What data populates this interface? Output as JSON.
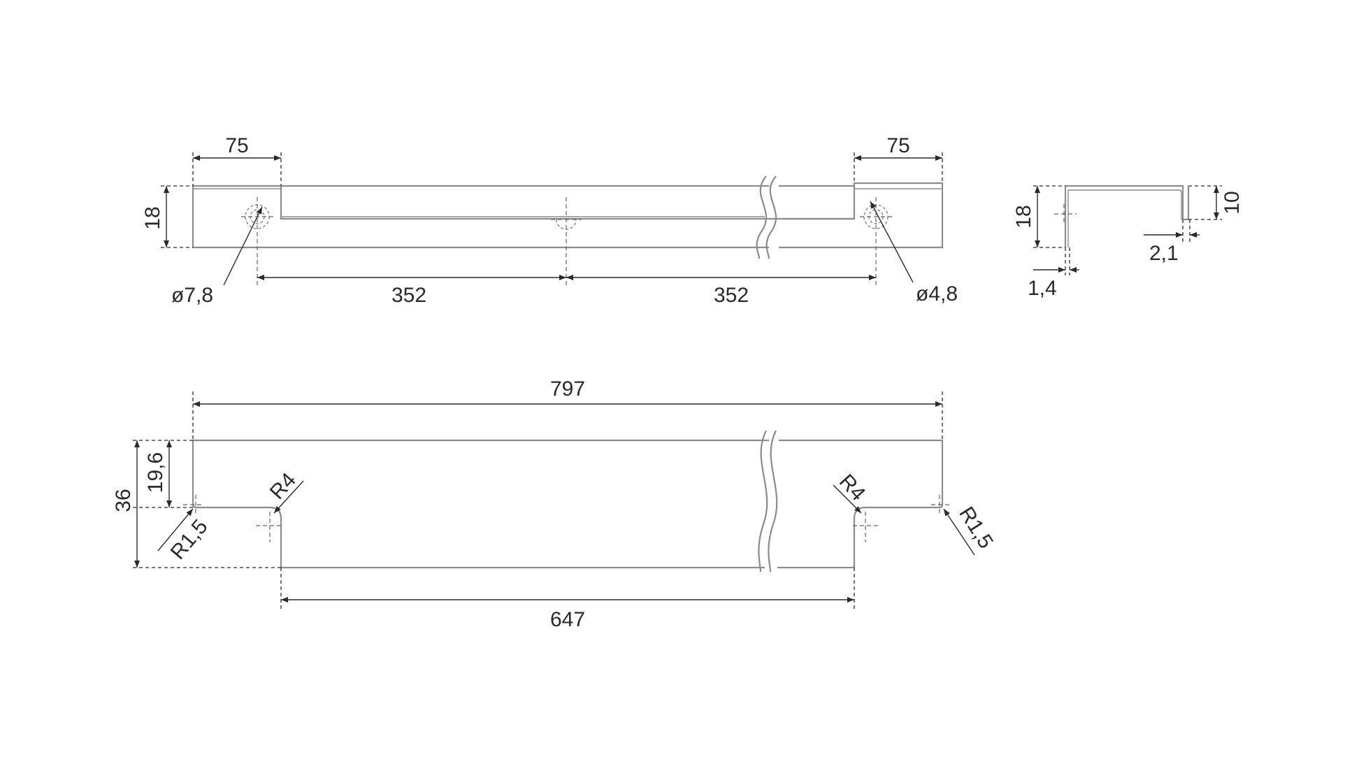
{
  "dimensions": {
    "top_left_75": "75",
    "top_right_75": "75",
    "front_height_18": "18",
    "pitch_left_352": "352",
    "pitch_right_352": "352",
    "hole_large": "ø7,8",
    "hole_small": "ø4,8",
    "profile_height_18": "18",
    "profile_lip_10": "10",
    "profile_thickness_2_1": "2,1",
    "profile_thickness_1_4": "1,4",
    "total_length_797": "797",
    "total_height_36": "36",
    "upper_height_19_6": "19,6",
    "cut_radius_left": "R4",
    "cut_radius_right": "R4",
    "corner_radius_left": "R1,5",
    "corner_radius_right": "R1,5",
    "cutout_length_647": "647"
  },
  "colors": {
    "part_line": "#8c8c8c",
    "dimension_line": "#2a2a2a",
    "background": "#ffffff"
  }
}
